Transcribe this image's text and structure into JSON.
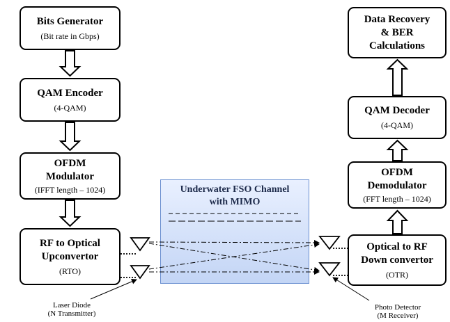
{
  "tx": {
    "bits": {
      "title": "Bits Generator",
      "sub": "(Bit rate in Gbps)"
    },
    "qam_enc": {
      "title": "QAM Encoder",
      "sub": "(4-QAM)"
    },
    "ofdm_mod": {
      "title1": "OFDM",
      "title2": "Modulator",
      "sub": "(IFFT length – 1024)"
    },
    "rto": {
      "title1": "RF to Optical",
      "title2": "Upconvertor",
      "sub": "(RTO)"
    }
  },
  "rx": {
    "data_rec": {
      "title1": "Data Recovery",
      "title2": "& BER",
      "title3": "Calculations"
    },
    "qam_dec": {
      "title": "QAM Decoder",
      "sub": "(4-QAM)"
    },
    "ofdm_demod": {
      "title1": "OFDM",
      "title2": "Demodulator",
      "sub": "(FFT length – 1024)"
    },
    "otr": {
      "title1": "Optical to RF",
      "title2": "Down convertor",
      "sub": "(OTR)"
    }
  },
  "channel": {
    "line1": "Underwater FSO Channel",
    "line2": "with MIMO"
  },
  "captions": {
    "laser1": "Laser Diode",
    "laser2": "(N Transmitter)",
    "photo1": "Photo Detector",
    "photo2": "(M Receiver)"
  }
}
